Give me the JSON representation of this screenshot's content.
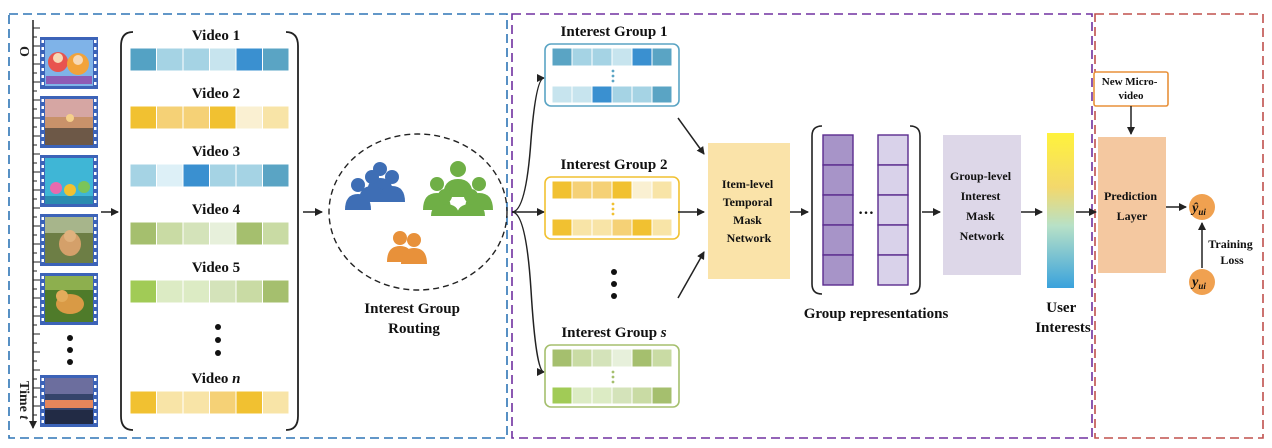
{
  "left_panel": {
    "axis_origin": "O",
    "axis_time": "Time",
    "axis_t": "t",
    "videos": [
      {
        "label": "Video 1",
        "colors": [
          "#54A2C4",
          "#A5D3E4",
          "#A5D3E4",
          "#C7E4EE",
          "#3A90D0",
          "#5AA4C4"
        ]
      },
      {
        "label": "Video 2",
        "colors": [
          "#F1C131",
          "#F5D176",
          "#F5D176",
          "#F1C131",
          "#FAF0D2",
          "#F8E4A7"
        ]
      },
      {
        "label": "Video 3",
        "colors": [
          "#A5D3E4",
          "#DDF0F7",
          "#3A90D0",
          "#A5D3E4",
          "#A5D3E4",
          "#5AA4C4"
        ]
      },
      {
        "label": "Video 4",
        "colors": [
          "#A5BF6E",
          "#C9DBA4",
          "#D4E3BA",
          "#E7F0DB",
          "#A5BF6E",
          "#C9DBA4"
        ]
      },
      {
        "label": "Video 5",
        "colors": [
          "#A1CB56",
          "#DCEBC4",
          "#DCEBC4",
          "#D4E3BA",
          "#C9DBA4",
          "#A5BF6E"
        ]
      }
    ],
    "video_n": {
      "label": "Video ",
      "italic": "n",
      "colors": [
        "#F1C131",
        "#F8E4A7",
        "#F8E4A7",
        "#F5D176",
        "#F1C131",
        "#F8E4A7"
      ]
    }
  },
  "routing": {
    "title_line1": "Interest Group",
    "title_line2": "Routing"
  },
  "groups": [
    {
      "label": "Interest Group 1",
      "color": "#5AA4C4",
      "row1": [
        "#5AA4C4",
        "#A5D3E4",
        "#A5D3E4",
        "#C7E4EE",
        "#3A90D0",
        "#5AA4C4"
      ],
      "row2": [
        "#C7E4EE",
        "#C7E4EE",
        "#3A90D0",
        "#A5D3E4",
        "#A5D3E4",
        "#5AA4C4"
      ]
    },
    {
      "label": "Interest Group 2",
      "color": "#F1C131",
      "row1": [
        "#F1C131",
        "#F5D176",
        "#F5D176",
        "#F1C131",
        "#FAF0D2",
        "#F8E4A7"
      ],
      "row2": [
        "#F1C131",
        "#F8E4A7",
        "#F8E4A7",
        "#F5D176",
        "#F1C131",
        "#F8E4A7"
      ]
    },
    {
      "label": "Interest Group ",
      "italic": "s",
      "color": "#A5BF6E",
      "row1": [
        "#A5BF6E",
        "#C9DBA4",
        "#D4E3BA",
        "#E7F0DB",
        "#A5BF6E",
        "#C9DBA4"
      ],
      "row2": [
        "#A1CB56",
        "#DCEBC4",
        "#DCEBC4",
        "#D4E3BA",
        "#C9DBA4",
        "#A5BF6E"
      ]
    }
  ],
  "temporal": {
    "lines": [
      "Item-level",
      "Temporal",
      "Mask",
      "Network"
    ]
  },
  "group_repr": {
    "label": "Group representations"
  },
  "group_mask": {
    "lines": [
      "Group-level",
      "Interest",
      "Mask",
      "Network"
    ]
  },
  "user_interests": {
    "line1": "User",
    "line2": "Interests"
  },
  "prediction": {
    "new_item_line1": "New Micro-",
    "new_item_line2": "video",
    "layer_line1": "Prediction",
    "layer_line2": "Layer",
    "y_hat": "ŷ",
    "y": "y",
    "sub": "ui",
    "loss_line1": "Training",
    "loss_line2": "Loss"
  },
  "colors": {
    "blue_frame": "#2E75B6",
    "purple_frame": "#7030A0",
    "red_frame": "#C0504D",
    "temporal_box": "#FAE3A9",
    "group_mask_box": "#DDD7E8",
    "prediction_box": "#F4C8A0",
    "node": "#F0A150"
  }
}
